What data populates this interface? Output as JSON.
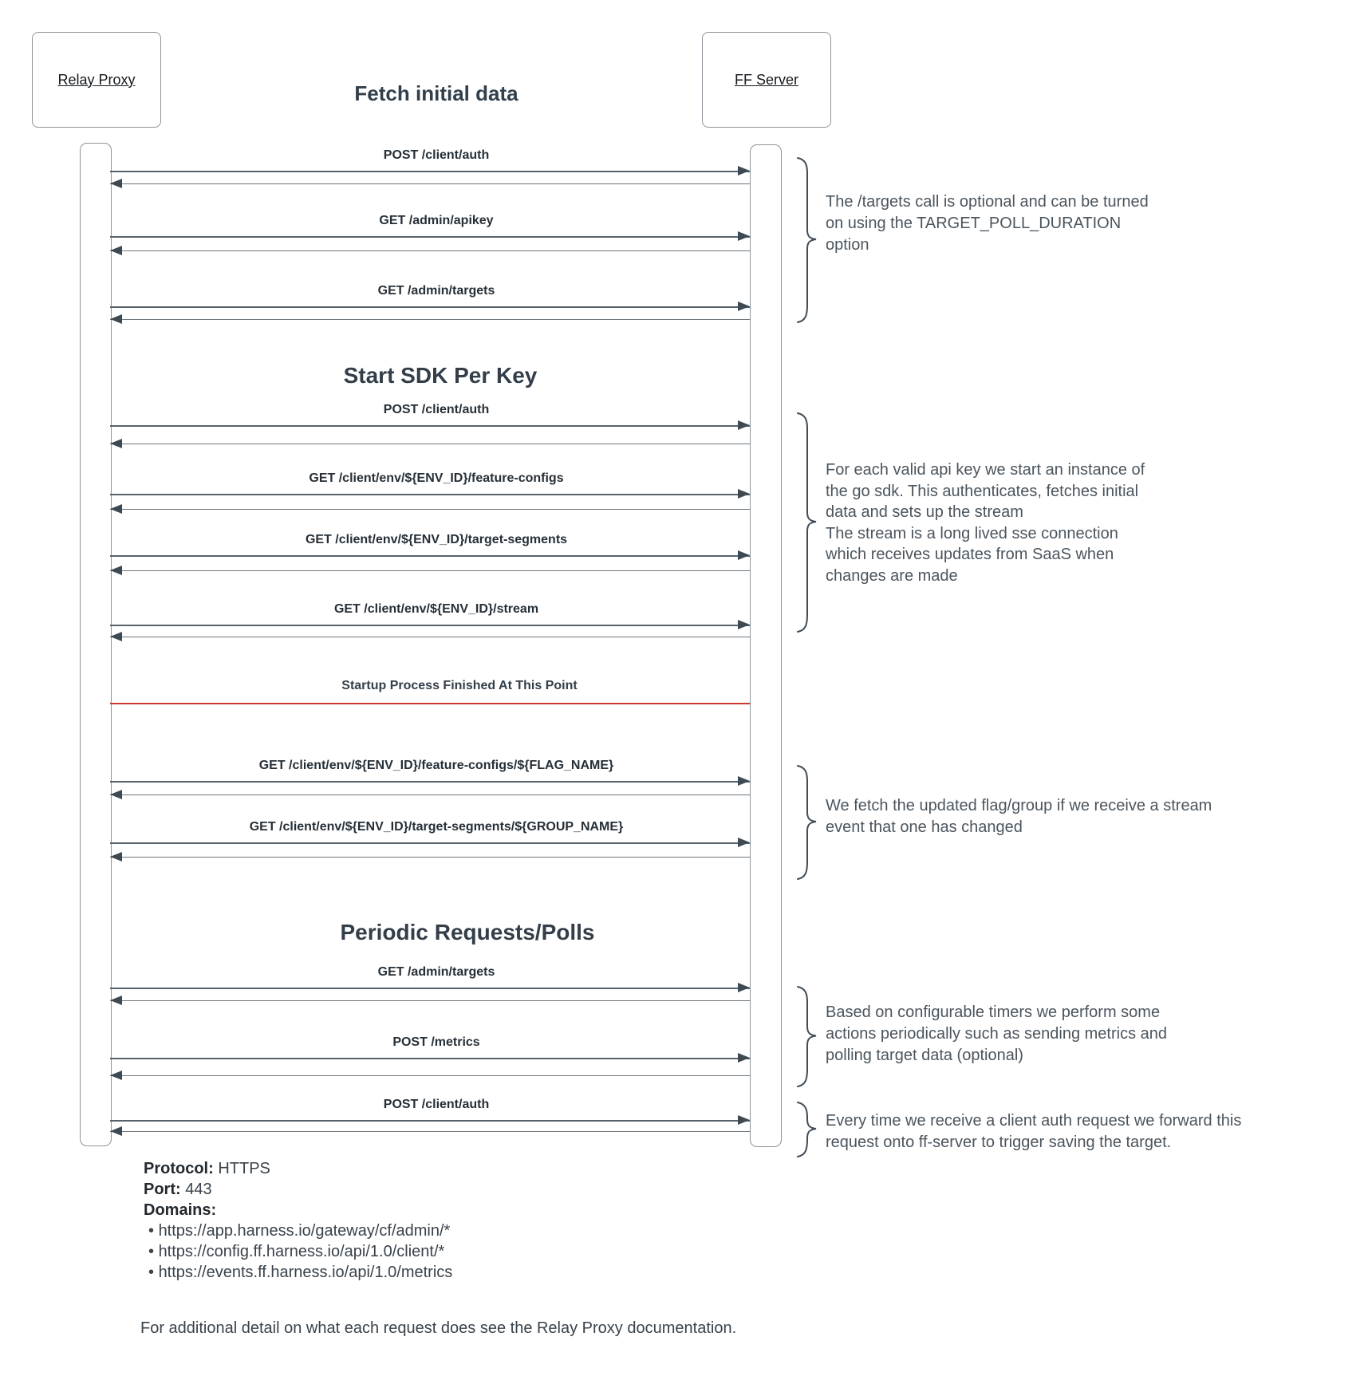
{
  "title": "Fetch initial data",
  "actors": {
    "left": "Relay Proxy",
    "right": "FF Server"
  },
  "events": [
    {
      "kind": "message",
      "label": "POST /client/auth"
    },
    {
      "kind": "message",
      "label": "GET /admin/apikey"
    },
    {
      "kind": "message",
      "label": "GET /admin/targets"
    },
    {
      "kind": "heading",
      "label": "Start SDK Per Key"
    },
    {
      "kind": "message",
      "label": "POST /client/auth"
    },
    {
      "kind": "message",
      "label": "GET /client/env/${ENV_ID}/feature-configs"
    },
    {
      "kind": "message",
      "label": "GET /client/env/${ENV_ID}/target-segments"
    },
    {
      "kind": "message",
      "label": "GET /client/env/${ENV_ID}/stream"
    },
    {
      "kind": "divider",
      "label": "Startup Process Finished At This Point"
    },
    {
      "kind": "message",
      "label": "GET /client/env/${ENV_ID}/feature-configs/${FLAG_NAME}"
    },
    {
      "kind": "message",
      "label": "GET /client/env/${ENV_ID}/target-segments/${GROUP_NAME}"
    },
    {
      "kind": "heading",
      "label": "Periodic Requests/Polls"
    },
    {
      "kind": "message",
      "label": "GET /admin/targets"
    },
    {
      "kind": "message",
      "label": "POST /metrics"
    },
    {
      "kind": "message",
      "label": "POST /client/auth"
    }
  ],
  "annotations": [
    {
      "text": "The /targets call is optional and can be turned\non using the TARGET_POLL_DURATION\noption"
    },
    {
      "text": "For each valid api key we start an instance of\nthe go sdk. This authenticates, fetches initial\ndata and sets up the stream\nThe stream is a long lived sse connection\nwhich receives updates from SaaS when\nchanges are made"
    },
    {
      "text": "We fetch the updated flag/group if we receive a stream\nevent that one has changed"
    },
    {
      "text": "Based on configurable timers we perform some\nactions periodically such as sending metrics and\npolling target data (optional)"
    },
    {
      "text": "Every time we receive a client auth request we forward this\nrequest onto ff-server to trigger saving the target."
    }
  ],
  "footer": {
    "protocol_label": "Protocol:",
    "protocol_value": "HTTPS",
    "port_label": "Port:",
    "port_value": "443",
    "domains_label": "Domains:",
    "domains": [
      "https://app.harness.io/gateway/cf/admin/*",
      "https://config.ff.harness.io/api/1.0/client/*",
      "https://events.ff.harness.io/api/1.0/metrics"
    ],
    "note": "For additional detail on what each request does see the Relay Proxy documentation."
  },
  "colors": {
    "divider_red": "#cc392e",
    "arrow_line": "#59626a",
    "arrow_head": "#3e4a53",
    "heading_text": "#333e49",
    "annotation_text": "#4b555e",
    "border_gray": "#8d949b"
  }
}
